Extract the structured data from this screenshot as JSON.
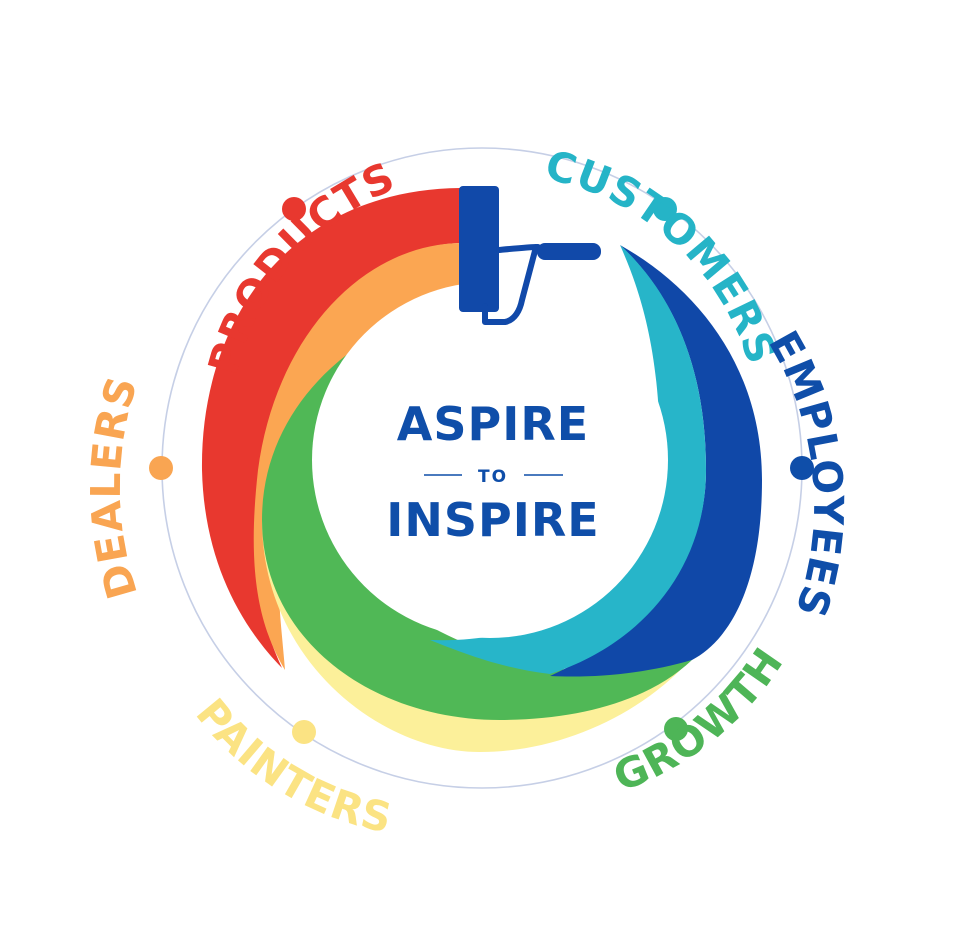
{
  "center": {
    "line1": "ASPIRE",
    "line2": "TO",
    "line3": "INSPIRE",
    "color": "#0f4ea9"
  },
  "labels": [
    {
      "id": "products",
      "text": "PRODUCTS",
      "color": "#e8382f"
    },
    {
      "id": "customers",
      "text": "CUSTOMERS",
      "color": "#25b4c7"
    },
    {
      "id": "employees",
      "text": "EMPLOYEES",
      "color": "#0f4ea9"
    },
    {
      "id": "growth",
      "text": "GROWTH",
      "color": "#4eb557"
    },
    {
      "id": "painters",
      "text": "PAINTERS",
      "color": "#fbe383"
    },
    {
      "id": "dealers",
      "text": "DEALERS",
      "color": "#f9a552"
    }
  ],
  "colors": {
    "red": "#e8382f",
    "orange": "#fba652",
    "yellow": "#fcf09a",
    "green": "#50b856",
    "teal": "#27b5c9",
    "blue": "#1048a8",
    "roller": "#1149a9",
    "outline_ring": "#c6cfe6"
  },
  "icons": [
    "paint-roller-icon"
  ]
}
